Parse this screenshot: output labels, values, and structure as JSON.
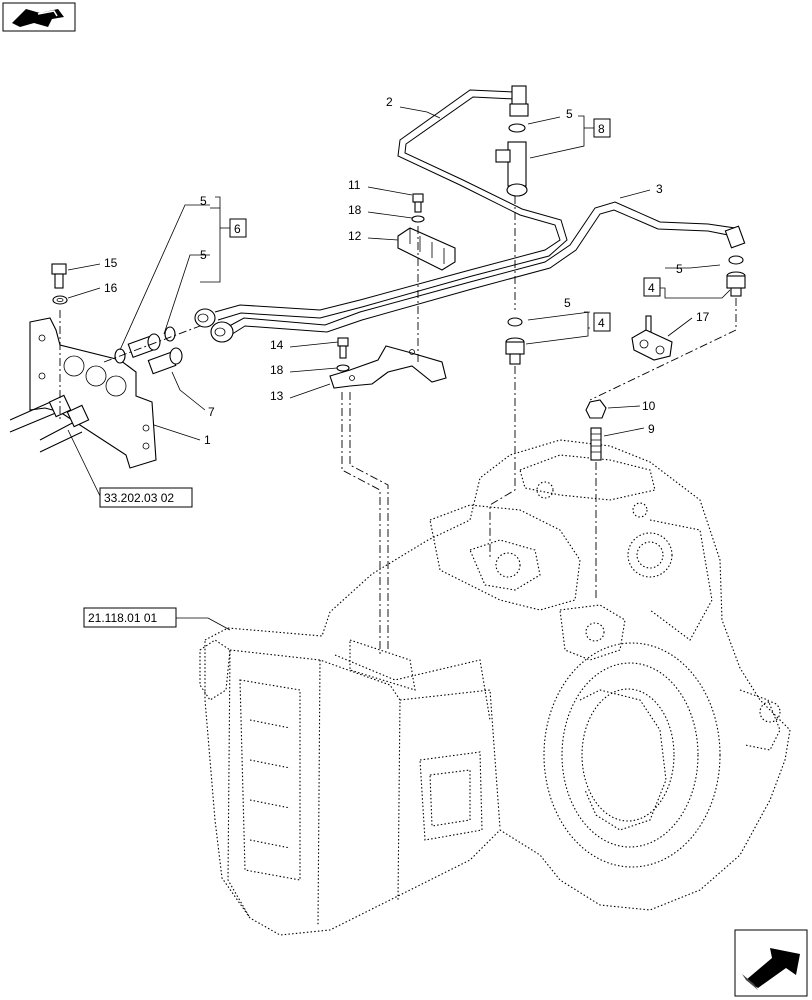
{
  "icons": {
    "top_left": "book-arrow-icon",
    "bottom_right": "exit-arrow-icon"
  },
  "references": {
    "ref_assembly_1": "33.202.03 02",
    "ref_assembly_2": "21.118.01 01"
  },
  "callouts": {
    "c1": "1",
    "c2": "2",
    "c3": "3",
    "c4a": "4",
    "c4b": "4",
    "c5a": "5",
    "c5b": "5",
    "c5c": "5",
    "c5d": "5",
    "c5e": "5",
    "c6": "6",
    "c7": "7",
    "c8": "8",
    "c9": "9",
    "c10": "10",
    "c11": "11",
    "c12": "12",
    "c13": "13",
    "c14": "14",
    "c15": "15",
    "c16": "16",
    "c17": "17",
    "c18a": "18",
    "c18b": "18"
  }
}
